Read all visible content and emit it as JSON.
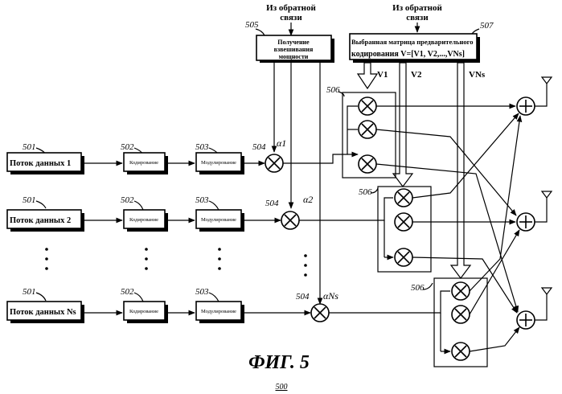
{
  "figure_caption": "ФИГ. 5",
  "figure_number": "500",
  "feedback_label_1": [
    "Из обратной",
    "связи"
  ],
  "feedback_label_2": [
    "Из обратной",
    "связи"
  ],
  "power_block": {
    "ref": "505",
    "lines": [
      "Получение",
      "взвешивания",
      "мощности"
    ]
  },
  "matrix_block": {
    "ref": "507",
    "line1": "Выбранная матрица предварительного",
    "line2": "кодирования V=[V1, V2,...,VNs]"
  },
  "vector_labels": [
    "V1",
    "V2",
    "VNs"
  ],
  "alpha_labels": [
    "α1",
    "α2",
    "αNs"
  ],
  "streams": [
    {
      "ref": "501",
      "label": "Поток данных 1"
    },
    {
      "ref": "501",
      "label": "Поток данных 2"
    },
    {
      "ref": "501",
      "label": "Поток данных Ns"
    }
  ],
  "coder": {
    "ref": "502",
    "label": "Кодирование"
  },
  "modulator": {
    "ref": "503",
    "label": "Модулирование"
  },
  "multiplier_ref": "504",
  "precoder_ref": "506",
  "ellipsis": "⋮"
}
